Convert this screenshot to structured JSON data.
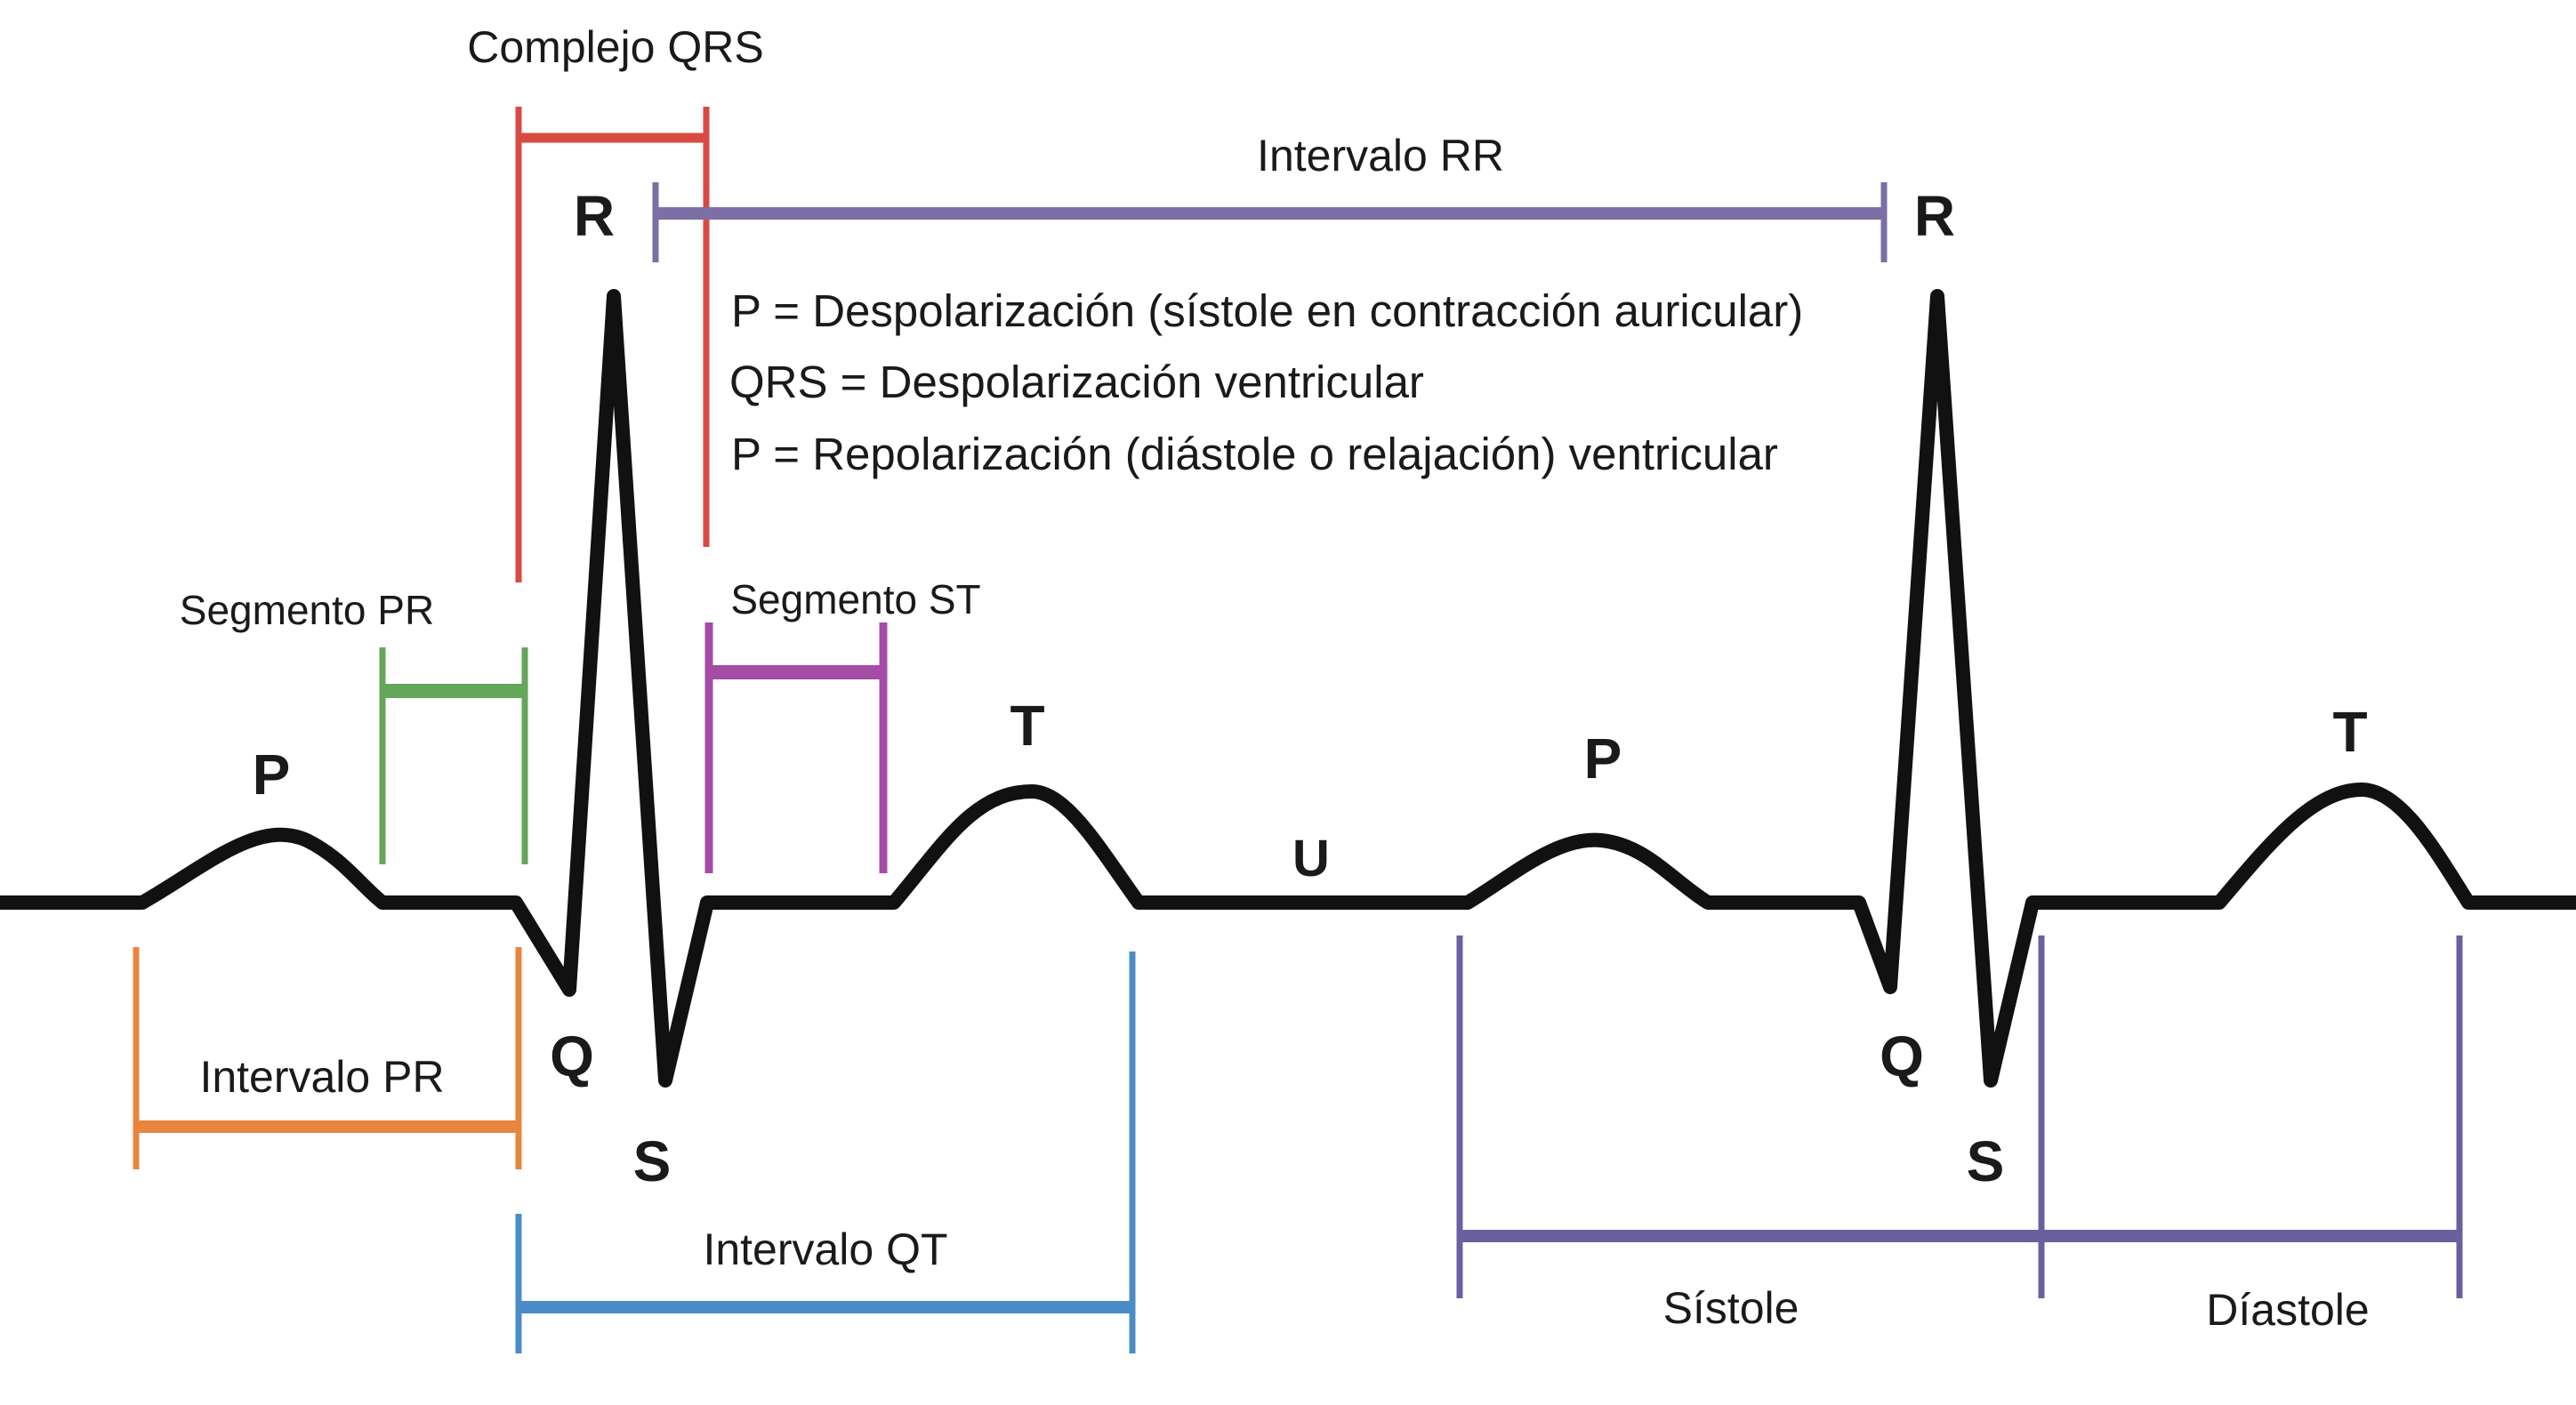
{
  "diagram": {
    "colors": {
      "trace": "#111111",
      "qrs": "#d94a43",
      "rr": "#7b6fa6",
      "pr_segment": "#64a65a",
      "st_segment": "#a44ca6",
      "pr_interval": "#e8853f",
      "qt_interval": "#4a8cc7",
      "systole_diastole": "#6c5fa0"
    },
    "labels": {
      "qrs_complex": "Complejo QRS",
      "rr_interval": "Intervalo RR",
      "pr_segment": "Segmento PR",
      "st_segment": "Segmento ST",
      "pr_interval": "Intervalo PR",
      "qt_interval": "Intervalo QT",
      "systole": "Sístole",
      "diastole": "Díastole"
    },
    "info_lines": [
      "P = Despolarización (sístole en contracción auricular)",
      "QRS = Despolarización ventricular",
      "P = Repolarización (diástole o relajación) ventricular"
    ],
    "waves": {
      "p1": "P",
      "q1": "Q",
      "r1": "R",
      "s1": "S",
      "t1": "T",
      "u": "U",
      "p2": "P",
      "q2": "Q",
      "r2": "R",
      "s2": "S",
      "t2": "T"
    }
  }
}
